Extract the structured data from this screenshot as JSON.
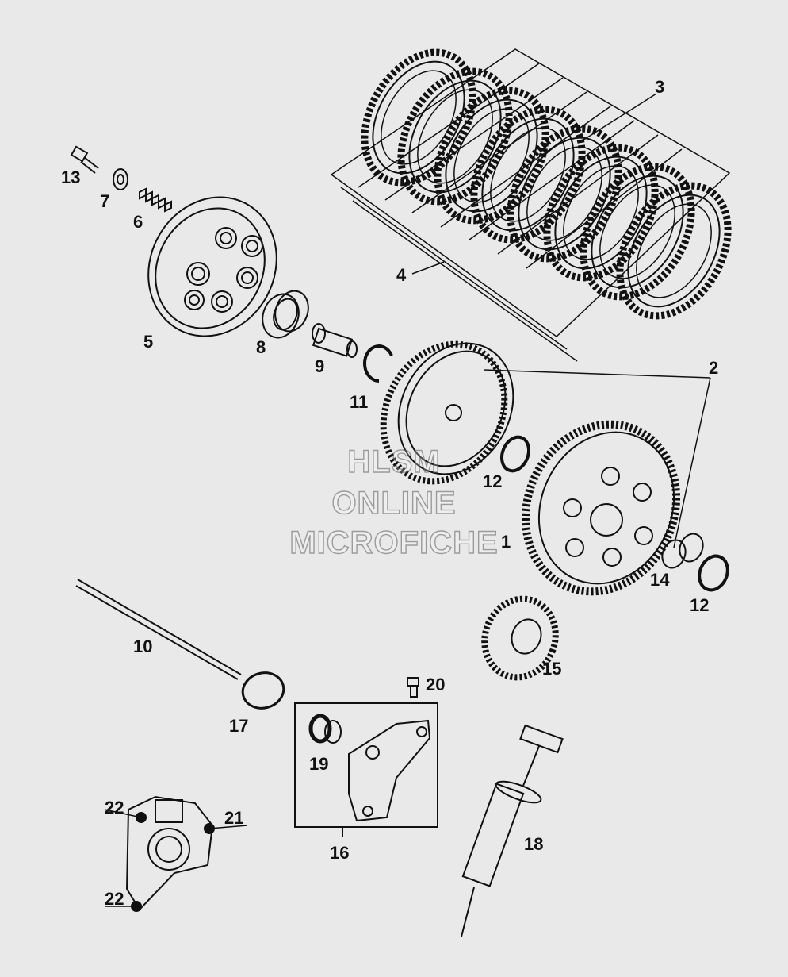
{
  "watermark": {
    "line1": "HLSM",
    "line2": "ONLINE",
    "line3": "MICROFICHE"
  },
  "callouts": [
    {
      "id": "1",
      "label": "1"
    },
    {
      "id": "2",
      "label": "2"
    },
    {
      "id": "3",
      "label": "3"
    },
    {
      "id": "4",
      "label": "4"
    },
    {
      "id": "5",
      "label": "5"
    },
    {
      "id": "6",
      "label": "6"
    },
    {
      "id": "7",
      "label": "7"
    },
    {
      "id": "8",
      "label": "8"
    },
    {
      "id": "9",
      "label": "9"
    },
    {
      "id": "10",
      "label": "10"
    },
    {
      "id": "11",
      "label": "11"
    },
    {
      "id": "12a",
      "label": "12"
    },
    {
      "id": "12b",
      "label": "12"
    },
    {
      "id": "13",
      "label": "13"
    },
    {
      "id": "14",
      "label": "14"
    },
    {
      "id": "15",
      "label": "15"
    },
    {
      "id": "16",
      "label": "16"
    },
    {
      "id": "17",
      "label": "17"
    },
    {
      "id": "18",
      "label": "18"
    },
    {
      "id": "19",
      "label": "19"
    },
    {
      "id": "20",
      "label": "20"
    },
    {
      "id": "21",
      "label": "21"
    },
    {
      "id": "22a",
      "label": "22"
    },
    {
      "id": "22b",
      "label": "22"
    }
  ]
}
